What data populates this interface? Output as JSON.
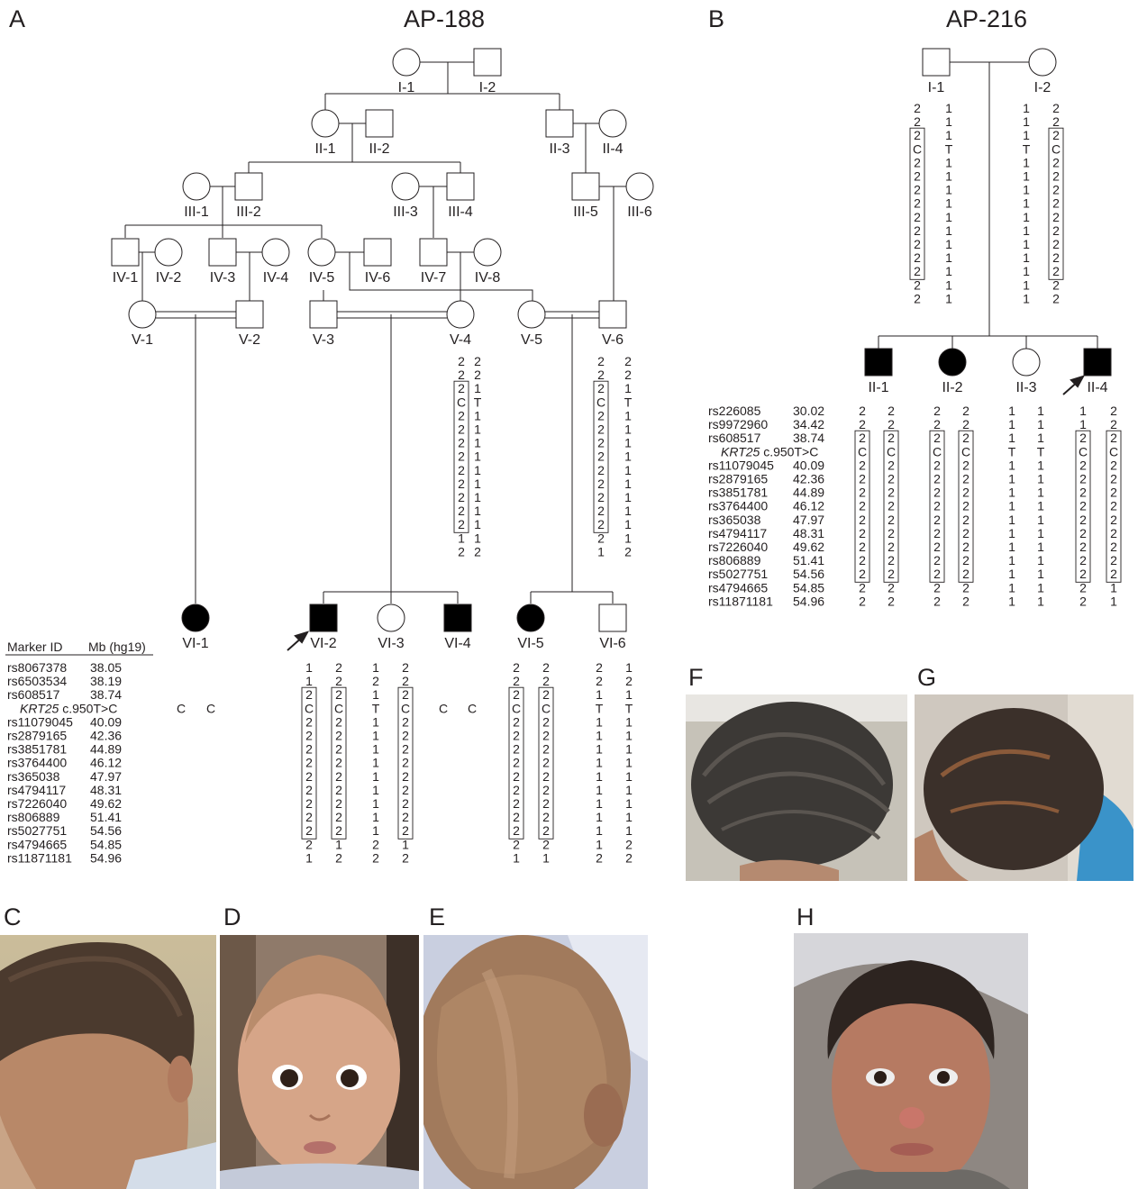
{
  "panels": {
    "A": "A",
    "B": "B",
    "C": "C",
    "D": "D",
    "E": "E",
    "F": "F",
    "G": "G",
    "H": "H"
  },
  "familyA": {
    "title": "AP-188",
    "header": {
      "marker": "Marker ID",
      "mb": "Mb (hg19)"
    },
    "markers": [
      {
        "id": "rs8067378",
        "mb": "38.05"
      },
      {
        "id": "rs6503534",
        "mb": "38.19"
      },
      {
        "id": "rs608517",
        "mb": "38.74"
      },
      {
        "id": "KRT25",
        "suffix": "c.950T>C",
        "mb": ""
      },
      {
        "id": "rs11079045",
        "mb": "40.09"
      },
      {
        "id": "rs2879165",
        "mb": "42.36"
      },
      {
        "id": "rs3851781",
        "mb": "44.89"
      },
      {
        "id": "rs3764400",
        "mb": "46.12"
      },
      {
        "id": "rs365038",
        "mb": "47.97"
      },
      {
        "id": "rs4794117",
        "mb": "48.31"
      },
      {
        "id": "rs7226040",
        "mb": "49.62"
      },
      {
        "id": "rs806889",
        "mb": "51.41"
      },
      {
        "id": "rs5027751",
        "mb": "54.56"
      },
      {
        "id": "rs4794665",
        "mb": "54.85"
      },
      {
        "id": "rs11871181",
        "mb": "54.96"
      }
    ],
    "labels": [
      "I-1",
      "I-2",
      "II-1",
      "II-2",
      "II-3",
      "II-4",
      "III-1",
      "III-2",
      "III-3",
      "III-4",
      "III-5",
      "III-6",
      "IV-1",
      "IV-2",
      "IV-3",
      "IV-4",
      "IV-5",
      "IV-6",
      "IV-7",
      "IV-8",
      "V-1",
      "V-2",
      "V-3",
      "V-4",
      "V-5",
      "V-6",
      "VI-1",
      "VI-2",
      "VI-3",
      "VI-4",
      "VI-5",
      "VI-6"
    ],
    "haplotypes": {
      "V-4": [
        [
          "2",
          "2"
        ],
        [
          "2",
          "2"
        ],
        [
          "2",
          "1"
        ],
        [
          "C",
          "T"
        ],
        [
          "2",
          "1"
        ],
        [
          "2",
          "1"
        ],
        [
          "2",
          "1"
        ],
        [
          "2",
          "1"
        ],
        [
          "2",
          "1"
        ],
        [
          "2",
          "1"
        ],
        [
          "2",
          "1"
        ],
        [
          "2",
          "1"
        ],
        [
          "2",
          "1"
        ],
        [
          "1",
          "1"
        ],
        [
          "2",
          "2"
        ]
      ],
      "V-6": [
        [
          "2",
          "2"
        ],
        [
          "2",
          "2"
        ],
        [
          "2",
          "1"
        ],
        [
          "C",
          "T"
        ],
        [
          "2",
          "1"
        ],
        [
          "2",
          "1"
        ],
        [
          "2",
          "1"
        ],
        [
          "2",
          "1"
        ],
        [
          "2",
          "1"
        ],
        [
          "2",
          "1"
        ],
        [
          "2",
          "1"
        ],
        [
          "2",
          "1"
        ],
        [
          "2",
          "1"
        ],
        [
          "2",
          "1"
        ],
        [
          "1",
          "2"
        ]
      ],
      "VI-2": [
        [
          "1",
          "2"
        ],
        [
          "1",
          "2"
        ],
        [
          "2",
          "2"
        ],
        [
          "C",
          "C"
        ],
        [
          "2",
          "2"
        ],
        [
          "2",
          "2"
        ],
        [
          "2",
          "2"
        ],
        [
          "2",
          "2"
        ],
        [
          "2",
          "2"
        ],
        [
          "2",
          "2"
        ],
        [
          "2",
          "2"
        ],
        [
          "2",
          "2"
        ],
        [
          "2",
          "2"
        ],
        [
          "2",
          "1"
        ],
        [
          "1",
          "2"
        ]
      ],
      "VI-3": [
        [
          "1",
          "2"
        ],
        [
          "2",
          "2"
        ],
        [
          "1",
          "2"
        ],
        [
          "T",
          "C"
        ],
        [
          "1",
          "2"
        ],
        [
          "1",
          "2"
        ],
        [
          "1",
          "2"
        ],
        [
          "1",
          "2"
        ],
        [
          "1",
          "2"
        ],
        [
          "1",
          "2"
        ],
        [
          "1",
          "2"
        ],
        [
          "1",
          "2"
        ],
        [
          "1",
          "2"
        ],
        [
          "2",
          "1"
        ],
        [
          "2",
          "2"
        ]
      ],
      "VI-5": [
        [
          "2",
          "2"
        ],
        [
          "2",
          "2"
        ],
        [
          "2",
          "2"
        ],
        [
          "C",
          "C"
        ],
        [
          "2",
          "2"
        ],
        [
          "2",
          "2"
        ],
        [
          "2",
          "2"
        ],
        [
          "2",
          "2"
        ],
        [
          "2",
          "2"
        ],
        [
          "2",
          "2"
        ],
        [
          "2",
          "2"
        ],
        [
          "2",
          "2"
        ],
        [
          "2",
          "2"
        ],
        [
          "2",
          "2"
        ],
        [
          "1",
          "1"
        ]
      ],
      "VI-6": [
        [
          "2",
          "1"
        ],
        [
          "2",
          "2"
        ],
        [
          "1",
          "1"
        ],
        [
          "T",
          "T"
        ],
        [
          "1",
          "1"
        ],
        [
          "1",
          "1"
        ],
        [
          "1",
          "1"
        ],
        [
          "1",
          "1"
        ],
        [
          "1",
          "1"
        ],
        [
          "1",
          "1"
        ],
        [
          "1",
          "1"
        ],
        [
          "1",
          "1"
        ],
        [
          "1",
          "1"
        ],
        [
          "1",
          "2"
        ],
        [
          "2",
          "2"
        ]
      ]
    },
    "kgenotypes": {
      "VI-1": [
        "C",
        "C"
      ],
      "VI-4": [
        "C",
        "C"
      ]
    }
  },
  "familyB": {
    "title": "AP-216",
    "labels": [
      "I-1",
      "I-2",
      "II-1",
      "II-2",
      "II-3",
      "II-4"
    ],
    "markers": [
      {
        "id": "rs226085",
        "mb": "30.02"
      },
      {
        "id": "rs9972960",
        "mb": "34.42"
      },
      {
        "id": "rs608517",
        "mb": "38.74"
      },
      {
        "id": "KRT25",
        "suffix": "c.950T>C",
        "mb": ""
      },
      {
        "id": "rs11079045",
        "mb": "40.09"
      },
      {
        "id": "rs2879165",
        "mb": "42.36"
      },
      {
        "id": "rs3851781",
        "mb": "44.89"
      },
      {
        "id": "rs3764400",
        "mb": "46.12"
      },
      {
        "id": "rs365038",
        "mb": "47.97"
      },
      {
        "id": "rs4794117",
        "mb": "48.31"
      },
      {
        "id": "rs7226040",
        "mb": "49.62"
      },
      {
        "id": "rs806889",
        "mb": "51.41"
      },
      {
        "id": "rs5027751",
        "mb": "54.56"
      },
      {
        "id": "rs4794665",
        "mb": "54.85"
      },
      {
        "id": "rs11871181",
        "mb": "54.96"
      }
    ],
    "haplotypes": {
      "I-1": [
        [
          "2",
          "1"
        ],
        [
          "2",
          "1"
        ],
        [
          "2",
          "1"
        ],
        [
          "C",
          "T"
        ],
        [
          "2",
          "1"
        ],
        [
          "2",
          "1"
        ],
        [
          "2",
          "1"
        ],
        [
          "2",
          "1"
        ],
        [
          "2",
          "1"
        ],
        [
          "2",
          "1"
        ],
        [
          "2",
          "1"
        ],
        [
          "2",
          "1"
        ],
        [
          "2",
          "1"
        ],
        [
          "2",
          "1"
        ],
        [
          "2",
          "1"
        ]
      ],
      "I-2": [
        [
          "1",
          "2"
        ],
        [
          "1",
          "2"
        ],
        [
          "1",
          "2"
        ],
        [
          "T",
          "C"
        ],
        [
          "1",
          "2"
        ],
        [
          "1",
          "2"
        ],
        [
          "1",
          "2"
        ],
        [
          "1",
          "2"
        ],
        [
          "1",
          "2"
        ],
        [
          "1",
          "2"
        ],
        [
          "1",
          "2"
        ],
        [
          "1",
          "2"
        ],
        [
          "1",
          "2"
        ],
        [
          "1",
          "2"
        ],
        [
          "1",
          "2"
        ]
      ],
      "II-1": [
        [
          "2",
          "2"
        ],
        [
          "2",
          "2"
        ],
        [
          "2",
          "2"
        ],
        [
          "C",
          "C"
        ],
        [
          "2",
          "2"
        ],
        [
          "2",
          "2"
        ],
        [
          "2",
          "2"
        ],
        [
          "2",
          "2"
        ],
        [
          "2",
          "2"
        ],
        [
          "2",
          "2"
        ],
        [
          "2",
          "2"
        ],
        [
          "2",
          "2"
        ],
        [
          "2",
          "2"
        ],
        [
          "2",
          "2"
        ],
        [
          "2",
          "2"
        ]
      ],
      "II-2": [
        [
          "2",
          "2"
        ],
        [
          "2",
          "2"
        ],
        [
          "2",
          "2"
        ],
        [
          "C",
          "C"
        ],
        [
          "2",
          "2"
        ],
        [
          "2",
          "2"
        ],
        [
          "2",
          "2"
        ],
        [
          "2",
          "2"
        ],
        [
          "2",
          "2"
        ],
        [
          "2",
          "2"
        ],
        [
          "2",
          "2"
        ],
        [
          "2",
          "2"
        ],
        [
          "2",
          "2"
        ],
        [
          "2",
          "2"
        ],
        [
          "2",
          "2"
        ]
      ],
      "II-3": [
        [
          "1",
          "1"
        ],
        [
          "1",
          "1"
        ],
        [
          "1",
          "1"
        ],
        [
          "T",
          "T"
        ],
        [
          "1",
          "1"
        ],
        [
          "1",
          "1"
        ],
        [
          "1",
          "1"
        ],
        [
          "1",
          "1"
        ],
        [
          "1",
          "1"
        ],
        [
          "1",
          "1"
        ],
        [
          "1",
          "1"
        ],
        [
          "1",
          "1"
        ],
        [
          "1",
          "1"
        ],
        [
          "1",
          "1"
        ],
        [
          "1",
          "1"
        ]
      ],
      "II-4": [
        [
          "1",
          "2"
        ],
        [
          "1",
          "2"
        ],
        [
          "2",
          "2"
        ],
        [
          "C",
          "C"
        ],
        [
          "2",
          "2"
        ],
        [
          "2",
          "2"
        ],
        [
          "2",
          "2"
        ],
        [
          "2",
          "2"
        ],
        [
          "2",
          "2"
        ],
        [
          "2",
          "2"
        ],
        [
          "2",
          "2"
        ],
        [
          "2",
          "2"
        ],
        [
          "2",
          "2"
        ],
        [
          "2",
          "1"
        ],
        [
          "2",
          "1"
        ]
      ]
    }
  },
  "colors": {
    "line": "#231f20",
    "affected": "#000000",
    "panelBg": "#ffffff"
  }
}
